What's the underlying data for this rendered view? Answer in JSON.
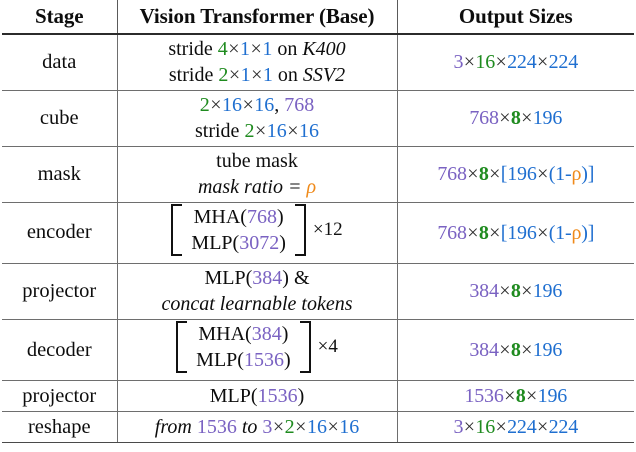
{
  "table": {
    "headers": {
      "stage": "Stage",
      "vit": "Vision Transformer (Base)",
      "output": "Output Sizes"
    },
    "colors": {
      "green": "#1f8b1f",
      "blue": "#1f6fd0",
      "purple": "#7a62c2",
      "orange": "#ef8a1a",
      "black": "#0d0d0d",
      "rule": "#6e6e6e"
    },
    "rows": [
      {
        "stage": "data",
        "vit_line1_pre": "stride ",
        "vit_line1_a": "4",
        "vit_line1_b": "1",
        "vit_line1_c": "1",
        "vit_line1_on": " on ",
        "vit_line1_dataset": "K400",
        "vit_line2_pre": "stride ",
        "vit_line2_a": "2",
        "vit_line2_b": "1",
        "vit_line2_c": "1",
        "vit_line2_on": " on ",
        "vit_line2_dataset": "SSV2",
        "out_a": "3",
        "out_b": "16",
        "out_c": "224",
        "out_d": "224"
      },
      {
        "stage": "cube",
        "vit_line1_a": "2",
        "vit_line1_b": "16",
        "vit_line1_c": "16",
        "vit_line1_comma": ", ",
        "vit_line1_dim": "768",
        "vit_line2_pre": "stride ",
        "vit_line2_a": "2",
        "vit_line2_b": "16",
        "vit_line2_c": "16",
        "out_a": "768",
        "out_b": "8",
        "out_c": "196"
      },
      {
        "stage": "mask",
        "vit_line1": "tube mask",
        "vit_line2_pre": "mask ratio = ",
        "vit_line2_rho": "ρ",
        "out_a": "768",
        "out_b": "8",
        "out_open": "[",
        "out_c": "196",
        "out_expr": "(1-",
        "out_rho": "ρ",
        "out_close": ")]"
      },
      {
        "stage": "encoder",
        "block_line1_pre": "MHA(",
        "block_line1_dim": "768",
        "block_line1_post": ")",
        "block_line2_pre": "MLP(",
        "block_line2_dim": "3072",
        "block_line2_post": ")",
        "multiplier": "×12",
        "out_a": "768",
        "out_b": "8",
        "out_open": "[",
        "out_c": "196",
        "out_expr": "(1-",
        "out_rho": "ρ",
        "out_close": ")]"
      },
      {
        "stage": "projector",
        "vit_line1_pre": "MLP(",
        "vit_line1_dim": "384",
        "vit_line1_post": ") &",
        "vit_line2": "concat learnable tokens",
        "out_a": "384",
        "out_b": "8",
        "out_c": "196"
      },
      {
        "stage": "decoder",
        "block_line1_pre": "MHA(",
        "block_line1_dim": "384",
        "block_line1_post": ")",
        "block_line2_pre": "MLP(",
        "block_line2_dim": "1536",
        "block_line2_post": ")",
        "multiplier": "×4",
        "out_a": "384",
        "out_b": "8",
        "out_c": "196"
      },
      {
        "stage": "projector",
        "vit_line1_pre": "MLP(",
        "vit_line1_dim": "1536",
        "vit_line1_post": ")",
        "out_a": "1536",
        "out_b": "8",
        "out_c": "196"
      },
      {
        "stage": "reshape",
        "vit_from": "from ",
        "vit_src": "1536",
        "vit_to": " to ",
        "vit_a": "3",
        "vit_b": "2",
        "vit_c": "16",
        "vit_d": "16",
        "out_a": "3",
        "out_b": "16",
        "out_c": "224",
        "out_d": "224"
      }
    ]
  },
  "symbols": {
    "times": "×"
  }
}
